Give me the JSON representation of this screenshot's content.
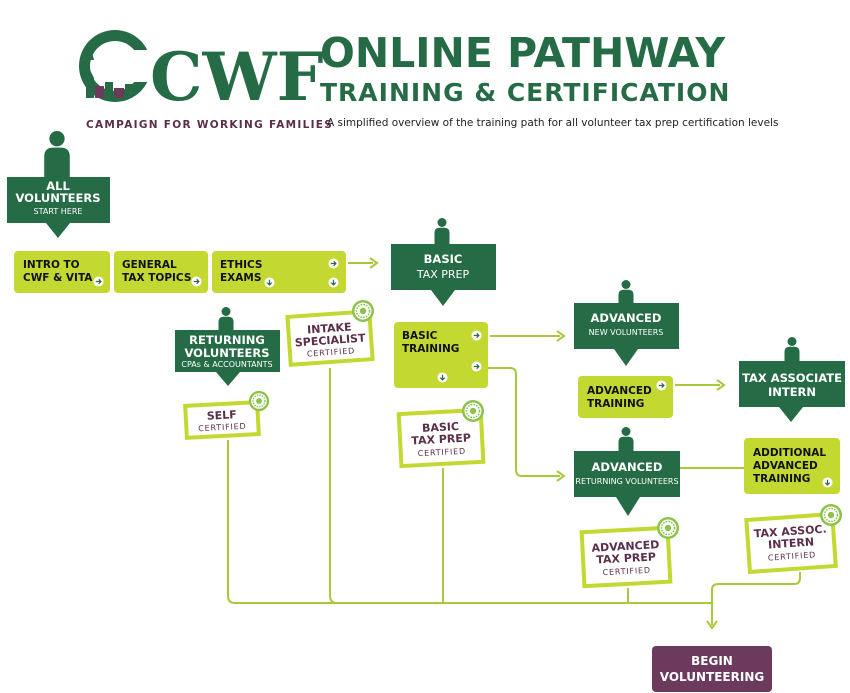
{
  "header": {
    "logo_text": "CWF",
    "tagline": "CAMPAIGN FOR WORKING FAMILIES",
    "title_line1": "ONLINE PATHWAY",
    "title_line2": "TRAINING & CERTIFICATION",
    "subtitle": "A simplified overview of the training path for all volunteer tax prep certification levels"
  },
  "nodes": {
    "all_volunteers": {
      "line1": "ALL",
      "line2": "VOLUNTEERS",
      "sub": "START HERE"
    },
    "intro": {
      "line1": "INTRO TO",
      "line2": "CWF & VITA"
    },
    "general": {
      "line1": "GENERAL",
      "line2": "TAX TOPICS"
    },
    "ethics": {
      "line1": "ETHICS",
      "line2": "EXAMS"
    },
    "returning": {
      "line1": "RETURNING",
      "line2": "VOLUNTEERS",
      "sub": "CPAs & ACCOUNTANTS"
    },
    "basic_tax_prep_role": {
      "line1": "BASIC",
      "line2": "TAX PREP"
    },
    "basic_training": {
      "line1": "BASIC",
      "line2": "TRAINING"
    },
    "advanced_new": {
      "line1": "ADVANCED",
      "sub": "NEW VOLUNTEERS"
    },
    "advanced_training": {
      "line1": "ADVANCED",
      "line2": "TRAINING"
    },
    "tax_associate_intern": {
      "line1": "TAX ASSOCIATE",
      "line2": "INTERN"
    },
    "advanced_returning": {
      "line1": "ADVANCED",
      "sub": "RETURNING VOLUNTEERS"
    },
    "additional_training": {
      "line1": "ADDITIONAL",
      "line2": "ADVANCED",
      "line3": "TRAINING"
    },
    "begin": {
      "line1": "BEGIN",
      "line2": "VOLUNTEERING"
    }
  },
  "certificates": {
    "intake": {
      "line1": "INTAKE",
      "line2": "SPECIALIST",
      "sub": "CERTIFIED"
    },
    "self": {
      "line1": "SELF",
      "sub": "CERTIFIED"
    },
    "basic": {
      "line1": "BASIC",
      "line2": "TAX PREP",
      "sub": "CERTIFIED"
    },
    "advanced": {
      "line1": "ADVANCED",
      "line2": "TAX PREP",
      "sub": "CERTIFIED"
    },
    "intern": {
      "line1": "TAX ASSOC.",
      "line2": "INTERN",
      "sub": "CERTIFIED"
    }
  },
  "colors": {
    "dark_green": "#256b45",
    "lime": "#c3d830",
    "connector": "#a9c93c",
    "plum": "#6b3a5c",
    "plum_text": "#5b2e4b"
  },
  "icons": {
    "person": "person-icon",
    "arrow_right": "arrow-right-circle-icon",
    "arrow_down": "arrow-down-circle-icon",
    "seal": "certification-seal-icon",
    "flow_arrow": "flow-arrow-icon"
  }
}
